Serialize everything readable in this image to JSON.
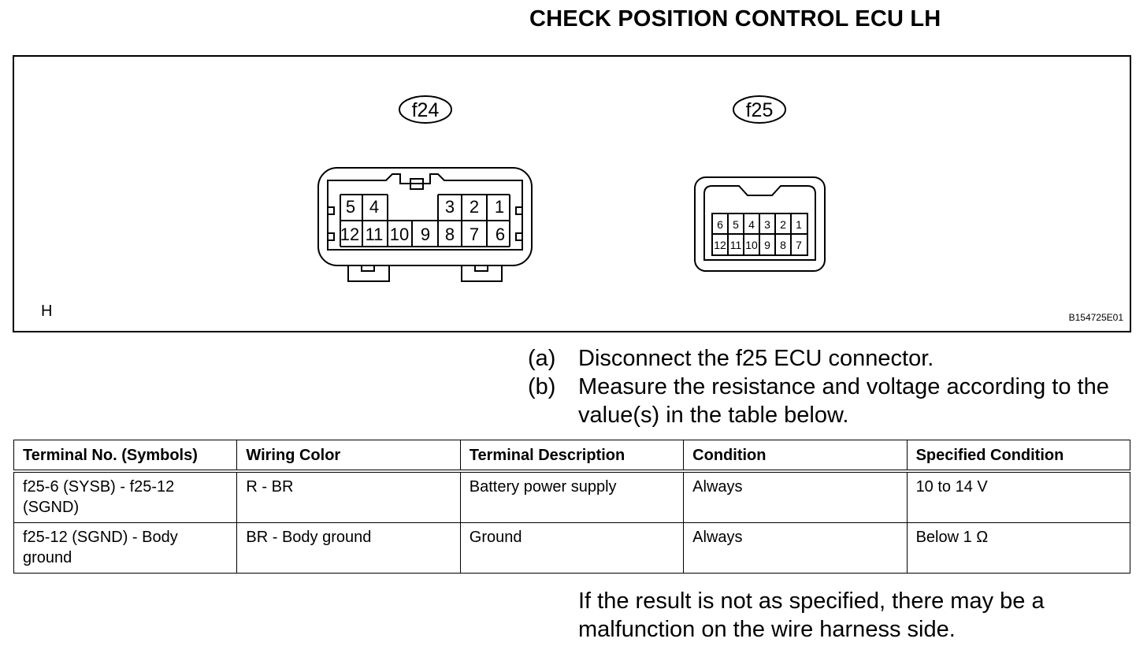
{
  "page_title": "CHECK POSITION CONTROL ECU LH",
  "figure": {
    "connector_f24": {
      "label": "f24",
      "top_row": [
        "5",
        "4",
        "3",
        "2",
        "1"
      ],
      "bottom_row": [
        "12",
        "11",
        "10",
        "9",
        "8",
        "7",
        "6"
      ]
    },
    "connector_f25": {
      "label": "f25",
      "top_row": [
        "6",
        "5",
        "4",
        "3",
        "2",
        "1"
      ],
      "bottom_row": [
        "12",
        "11",
        "10",
        "9",
        "8",
        "7"
      ]
    },
    "view_letter": "H",
    "figure_code": "B154725E01"
  },
  "steps": [
    {
      "label": "(a)",
      "text": "Disconnect the f25 ECU connector."
    },
    {
      "label": "(b)",
      "text": "Measure the resistance and voltage according to the value(s) in the table below."
    }
  ],
  "table": {
    "headers": [
      "Terminal No. (Symbols)",
      "Wiring Color",
      "Terminal Description",
      "Condition",
      "Specified Condition"
    ],
    "rows": [
      [
        "f25-6 (SYSB) - f25-12 (SGND)",
        "R - BR",
        "Battery power supply",
        "Always",
        "10 to 14 V"
      ],
      [
        "f25-12 (SGND) - Body ground",
        "BR - Body ground",
        "Ground",
        "Always",
        "Below 1 Ω"
      ]
    ]
  },
  "note": "If the result is not as specified, there may be a malfunction on the wire harness side."
}
